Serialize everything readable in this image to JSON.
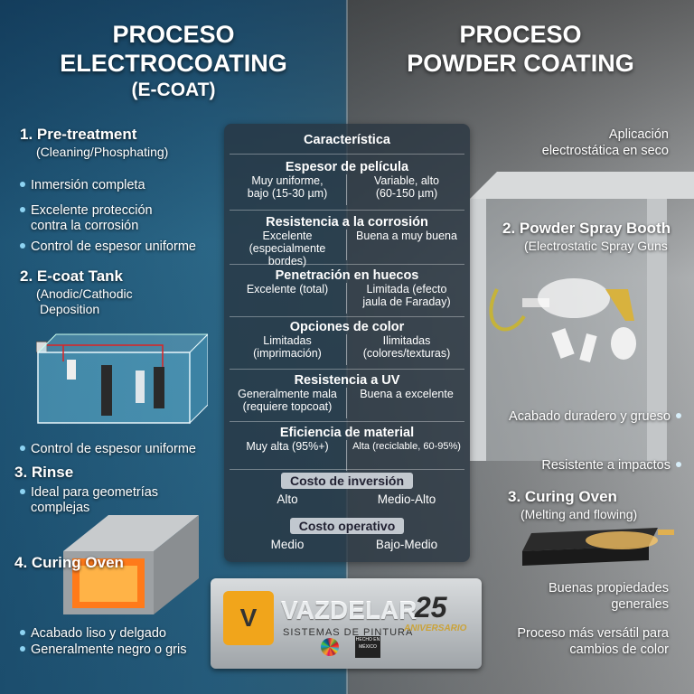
{
  "left": {
    "title": [
      "PROCESO",
      "ELECTROCOATING",
      "(E-COAT)"
    ],
    "step1": {
      "title": "1. Pre-treatment",
      "sub": "(Cleaning/Phosphating)"
    },
    "bullets_a": [
      "Inmersión completa",
      "Excelente protección",
      "contra la corrosión",
      "Control de espesor uniforme"
    ],
    "step2": {
      "title": "2. E-coat Tank",
      "sub1": "(Anodic/Cathodic",
      "sub2": "Deposition"
    },
    "bullet_b": "Control de espesor uniforme",
    "step3": {
      "title": "3. Rinse",
      "b1": "Ideal para geometrías",
      "b2": "complejas"
    },
    "step4": {
      "title": "4. Curing Oven"
    },
    "bullets_c": [
      "Acabado liso y delgado",
      "Generalmente negro o gris"
    ]
  },
  "right": {
    "title": [
      "PROCESO",
      "POWDER COATING"
    ],
    "intro": [
      "Aplicación",
      "electrostática en seco"
    ],
    "step2": {
      "title": "2. Powder Spray Booth",
      "sub": "(Electrostatic Spray Guns"
    },
    "bullets_a": [
      "Acabado duradero y grueso",
      "Resistente a impactos"
    ],
    "step3": {
      "title": "3. Curing Oven",
      "sub": "(Melting and flowing)"
    },
    "bullets_b": [
      "Buenas propiedades",
      "generales"
    ],
    "bullets_c": [
      "Proceso más versátil para",
      "cambios de color"
    ]
  },
  "table": {
    "header": "Característica",
    "rows": [
      {
        "title": "Espesor de película",
        "l": [
          "Muy uniforme,",
          "bajo (15-30 µm)"
        ],
        "r": [
          "Variable, alto",
          "(60-150 µm)"
        ]
      },
      {
        "title": "Resistencia a la corrosión",
        "l": [
          "Excelente",
          "(especialmente bordes)"
        ],
        "r": [
          "Buena a muy buena",
          ""
        ]
      },
      {
        "title": "Penetración en huecos",
        "l": [
          "Excelente (total)",
          ""
        ],
        "r": [
          "Limitada (efecto",
          "jaula de Faraday)"
        ]
      },
      {
        "title": "Opciones de color",
        "l": [
          "Limitadas",
          "(imprimación)"
        ],
        "r": [
          "Ilimitadas",
          "(colores/texturas)"
        ]
      },
      {
        "title": "Resistencia a UV",
        "l": [
          "Generalmente mala",
          "(requiere topcoat)"
        ],
        "r": [
          "Buena a excelente",
          ""
        ]
      },
      {
        "title": "Eficiencia de material",
        "l": [
          "Muy alta (95%+)",
          ""
        ],
        "r": [
          "Alta (reciclable, 60-95%)",
          ""
        ]
      }
    ],
    "cost1": {
      "title": "Costo de inversión",
      "l": "Alto",
      "r": "Medio-Alto"
    },
    "cost2": {
      "title": "Costo operativo",
      "l": "Medio",
      "r": "Bajo-Medio"
    }
  },
  "logo": {
    "brand": "VAZDELAR",
    "sub": "SISTEMAS DE PINTURA",
    "anniv_num": "25",
    "anniv_txt": "ANIVERSARIO",
    "mx": "HECHO EN MÉXICO"
  },
  "colors": {
    "accent_left": "#1f5677",
    "accent_right": "#8c8f91",
    "logo_orange": "#f1a51b"
  }
}
